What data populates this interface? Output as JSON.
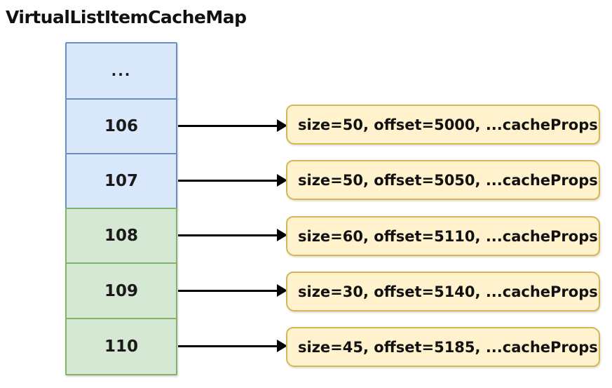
{
  "title": "VirtualListItemCacheMap",
  "diagram": {
    "map_cells": [
      {
        "label": "...",
        "group": "blue"
      },
      {
        "label": "106",
        "group": "blue"
      },
      {
        "label": "107",
        "group": "blue"
      },
      {
        "label": "108",
        "group": "green"
      },
      {
        "label": "109",
        "group": "green"
      },
      {
        "label": "110",
        "group": "green"
      }
    ],
    "cache_entries": [
      {
        "key": "106",
        "text": "size=50, offset=5000, ...cacheProps"
      },
      {
        "key": "107",
        "text": "size=50, offset=5050, ...cacheProps"
      },
      {
        "key": "108",
        "text": "size=60, offset=5110, ...cacheProps"
      },
      {
        "key": "109",
        "text": "size=30, offset=5140, ...cacheProps"
      },
      {
        "key": "110",
        "text": "size=45, offset=5185, ...cacheProps"
      }
    ],
    "colors": {
      "blue_cell_fill": "#dae8fc",
      "blue_cell_border": "#6c8ebf",
      "green_cell_fill": "#d5e8d4",
      "green_cell_border": "#82b366",
      "entry_fill": "#fff2cc",
      "entry_border": "#d6b656",
      "arrow": "#000000",
      "text": "#111111",
      "background": "#ffffff"
    }
  }
}
